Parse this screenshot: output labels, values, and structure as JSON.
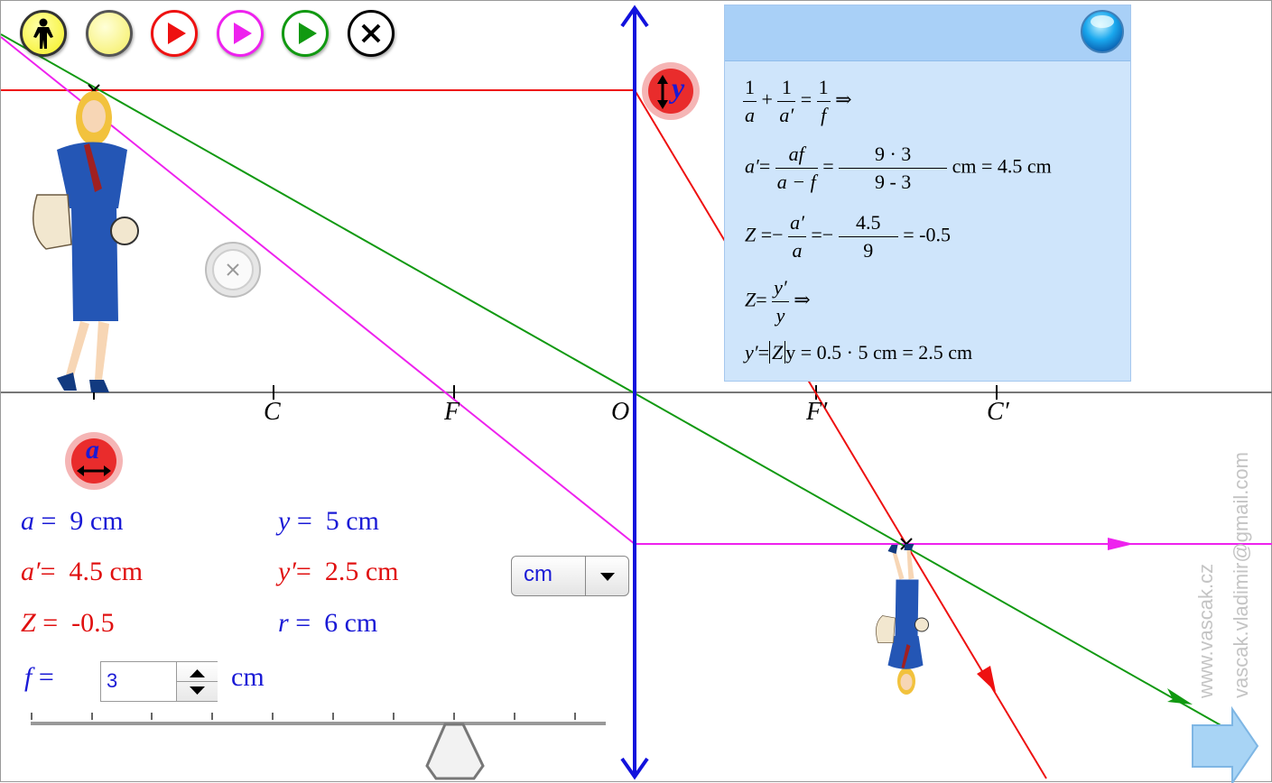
{
  "toolbar": {
    "buttons": [
      {
        "name": "object-figure-button",
        "icon": "person-icon",
        "color": "#ffff33"
      },
      {
        "name": "object-light-button",
        "icon": "circle-icon",
        "color": "#ffff80"
      },
      {
        "name": "play-red-ray-button",
        "icon": "play-icon",
        "color": "#ee1111"
      },
      {
        "name": "play-magenta-ray-button",
        "icon": "play-icon",
        "color": "#ee22ee"
      },
      {
        "name": "play-green-ray-button",
        "icon": "play-icon",
        "color": "#119911"
      },
      {
        "name": "close-button",
        "icon": "close-icon",
        "color": "#000000"
      }
    ]
  },
  "axis_labels": {
    "C": "C",
    "F": "F",
    "O": "O",
    "F_prime": "F′",
    "C_prime": "C′"
  },
  "handles": {
    "y": "y",
    "a": "a"
  },
  "values": {
    "a": {
      "label": "a",
      "eq": "=",
      "value": "9 cm"
    },
    "a_prime": {
      "label": "a′",
      "eq": "=",
      "value": "4.5 cm"
    },
    "Z": {
      "label": "Z",
      "eq": "=",
      "value": "-0.5"
    },
    "y": {
      "label": "y",
      "eq": "=",
      "value": "5 cm"
    },
    "y_prime": {
      "label": "y′",
      "eq": "=",
      "value": "2.5 cm"
    },
    "r": {
      "label": "r",
      "eq": "=",
      "value": "6 cm"
    }
  },
  "unit_select": {
    "selected": "cm"
  },
  "focal": {
    "label": "f",
    "eq": "=",
    "value": "3",
    "unit": "cm"
  },
  "slider": {
    "value": 3
  },
  "formulas": {
    "one": "1",
    "a": "a",
    "a_prime": "a′",
    "f": "f",
    "a_prime_lhs": "a′",
    "af": "af",
    "a_minus_f": "a − f",
    "num_af": "9 · 3",
    "den_af": "9 - 3",
    "res_a_prime": "cm = 4.5 cm",
    "Z": "Z",
    "num_ap": "4.5",
    "den_ap": "9",
    "res_Z": "= -0.5",
    "y_prime": "y′",
    "y": "y",
    "res_y_prime": "y = 0.5 · 5 cm = 2.5 cm",
    "implies": "⇒"
  },
  "watermark": {
    "line1": "www.vascak.cz",
    "line2": "vascak.vladimir@gmail.com"
  },
  "colors": {
    "lens": "#1212dd",
    "red_ray": "#ee1111",
    "magenta_ray": "#ee22ee",
    "green_ray": "#119911",
    "panel": "#cfe5fb",
    "text_blue": "#1a1ad6",
    "text_red": "#e01010"
  }
}
